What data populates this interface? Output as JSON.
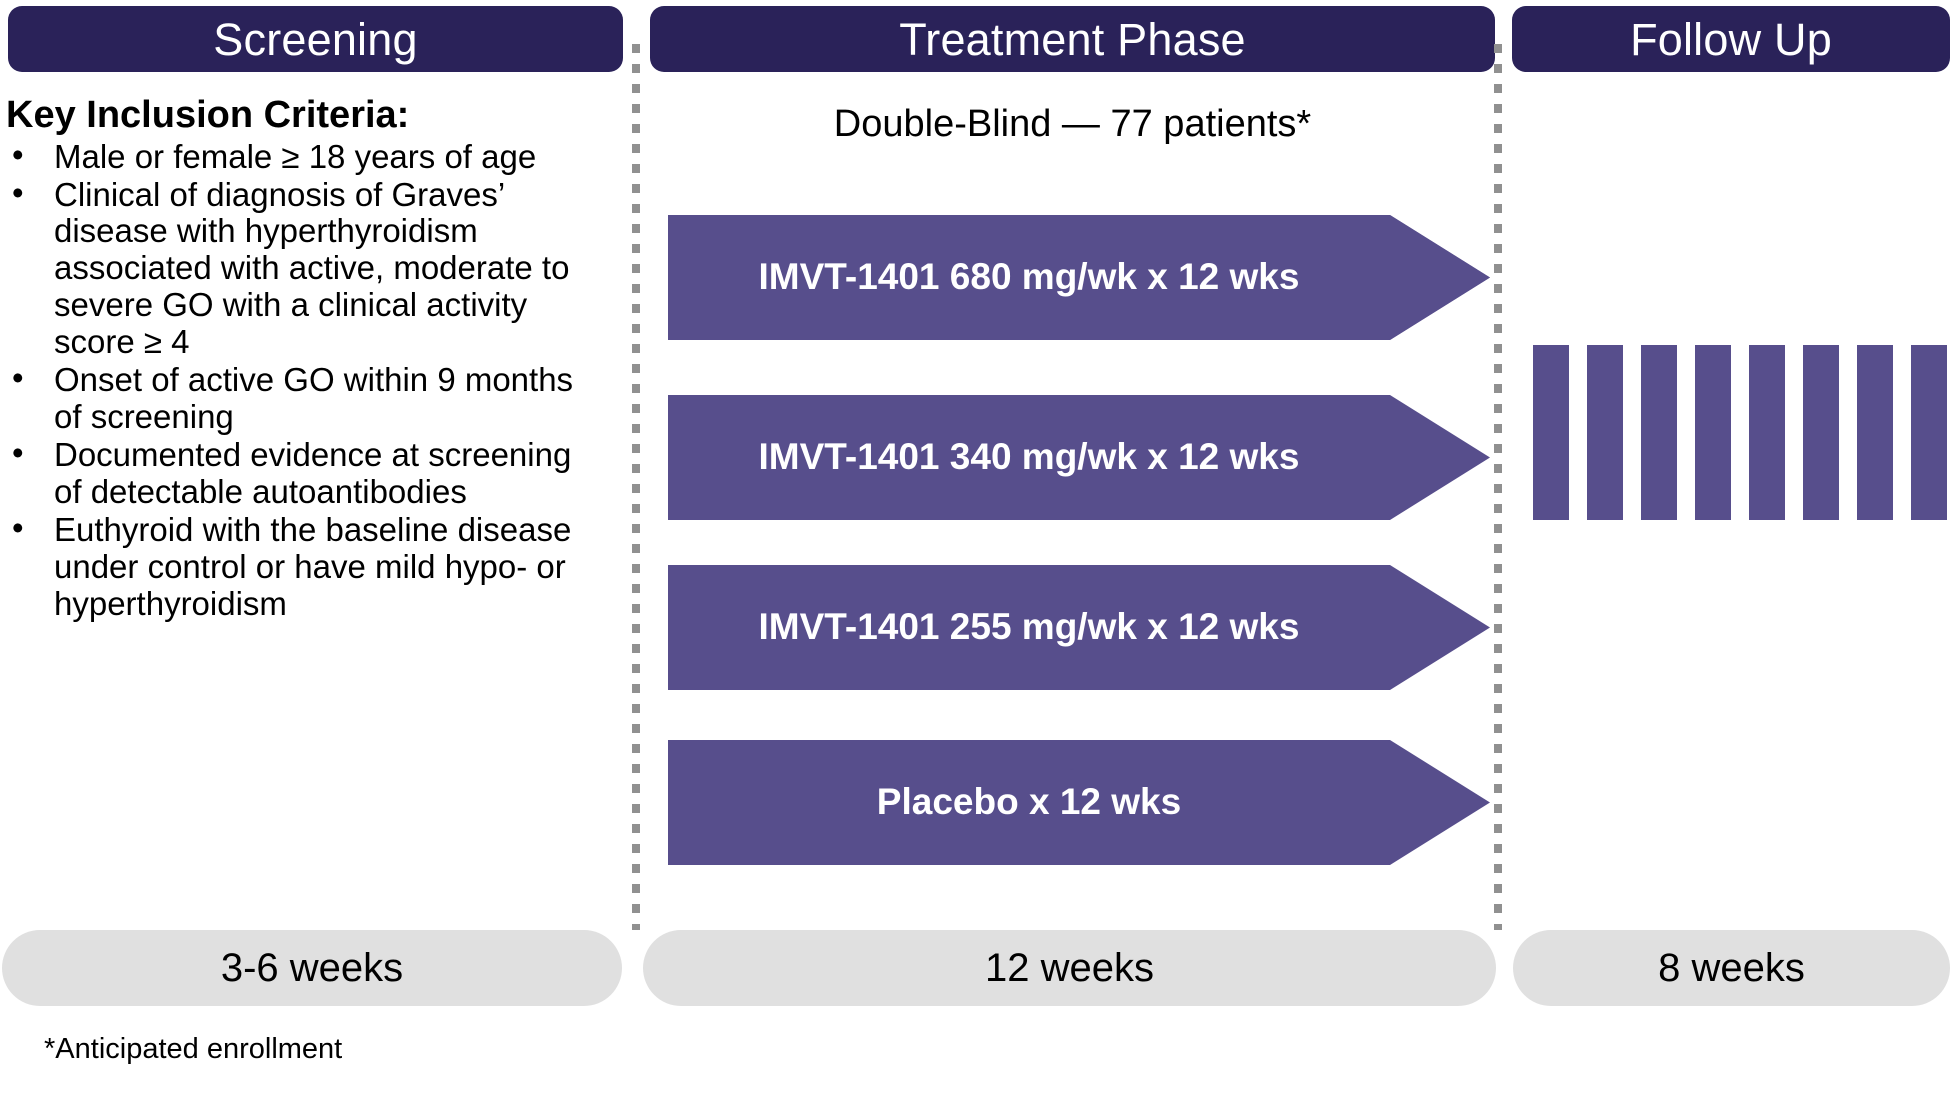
{
  "phases": [
    {
      "id": "screening",
      "title": "Screening",
      "duration": "3-6 weeks"
    },
    {
      "id": "treatment",
      "title": "Treatment Phase",
      "duration": "12 weeks"
    },
    {
      "id": "followup",
      "title": "Follow Up",
      "duration": "8 weeks"
    }
  ],
  "screening": {
    "criteria_title": "Key Inclusion Criteria:",
    "bullet_glyph": "•",
    "criteria": [
      "Male or female ≥ 18 years of age",
      "Clinical of diagnosis of Graves’ disease with hyperthyroidism associated with active, moderate to severe GO with a clinical activity score ≥ 4",
      "Onset of active GO within 9 months of screening",
      "Documented evidence at screening of detectable autoantibodies",
      "Euthyroid with the baseline disease under control or have mild hypo- or hyperthyroidism"
    ]
  },
  "treatment": {
    "design_label": "Double-Blind —  77 patients*",
    "arms": [
      {
        "label": "IMVT-1401 680 mg/wk x 12 wks",
        "dose": "680 mg/wk",
        "duration_wks": 12
      },
      {
        "label": "IMVT-1401 340 mg/wk x 12 wks",
        "dose": "340 mg/wk",
        "duration_wks": 12
      },
      {
        "label": "IMVT-1401 255 mg/wk x 12 wks",
        "dose": "255 mg/wk",
        "duration_wks": 12
      },
      {
        "label": "Placebo x 12 wks",
        "dose": "Placebo",
        "duration_wks": 12
      }
    ]
  },
  "followup": {
    "bar_count": 8
  },
  "footnote": "*Anticipated enrollment",
  "colors": {
    "header_navy": "#2a2259",
    "arrow_purple": "#574e8c",
    "pill_gray": "#e0e0e0",
    "divider_gray": "#909090",
    "text_white": "#ffffff",
    "text_black": "#000000"
  }
}
